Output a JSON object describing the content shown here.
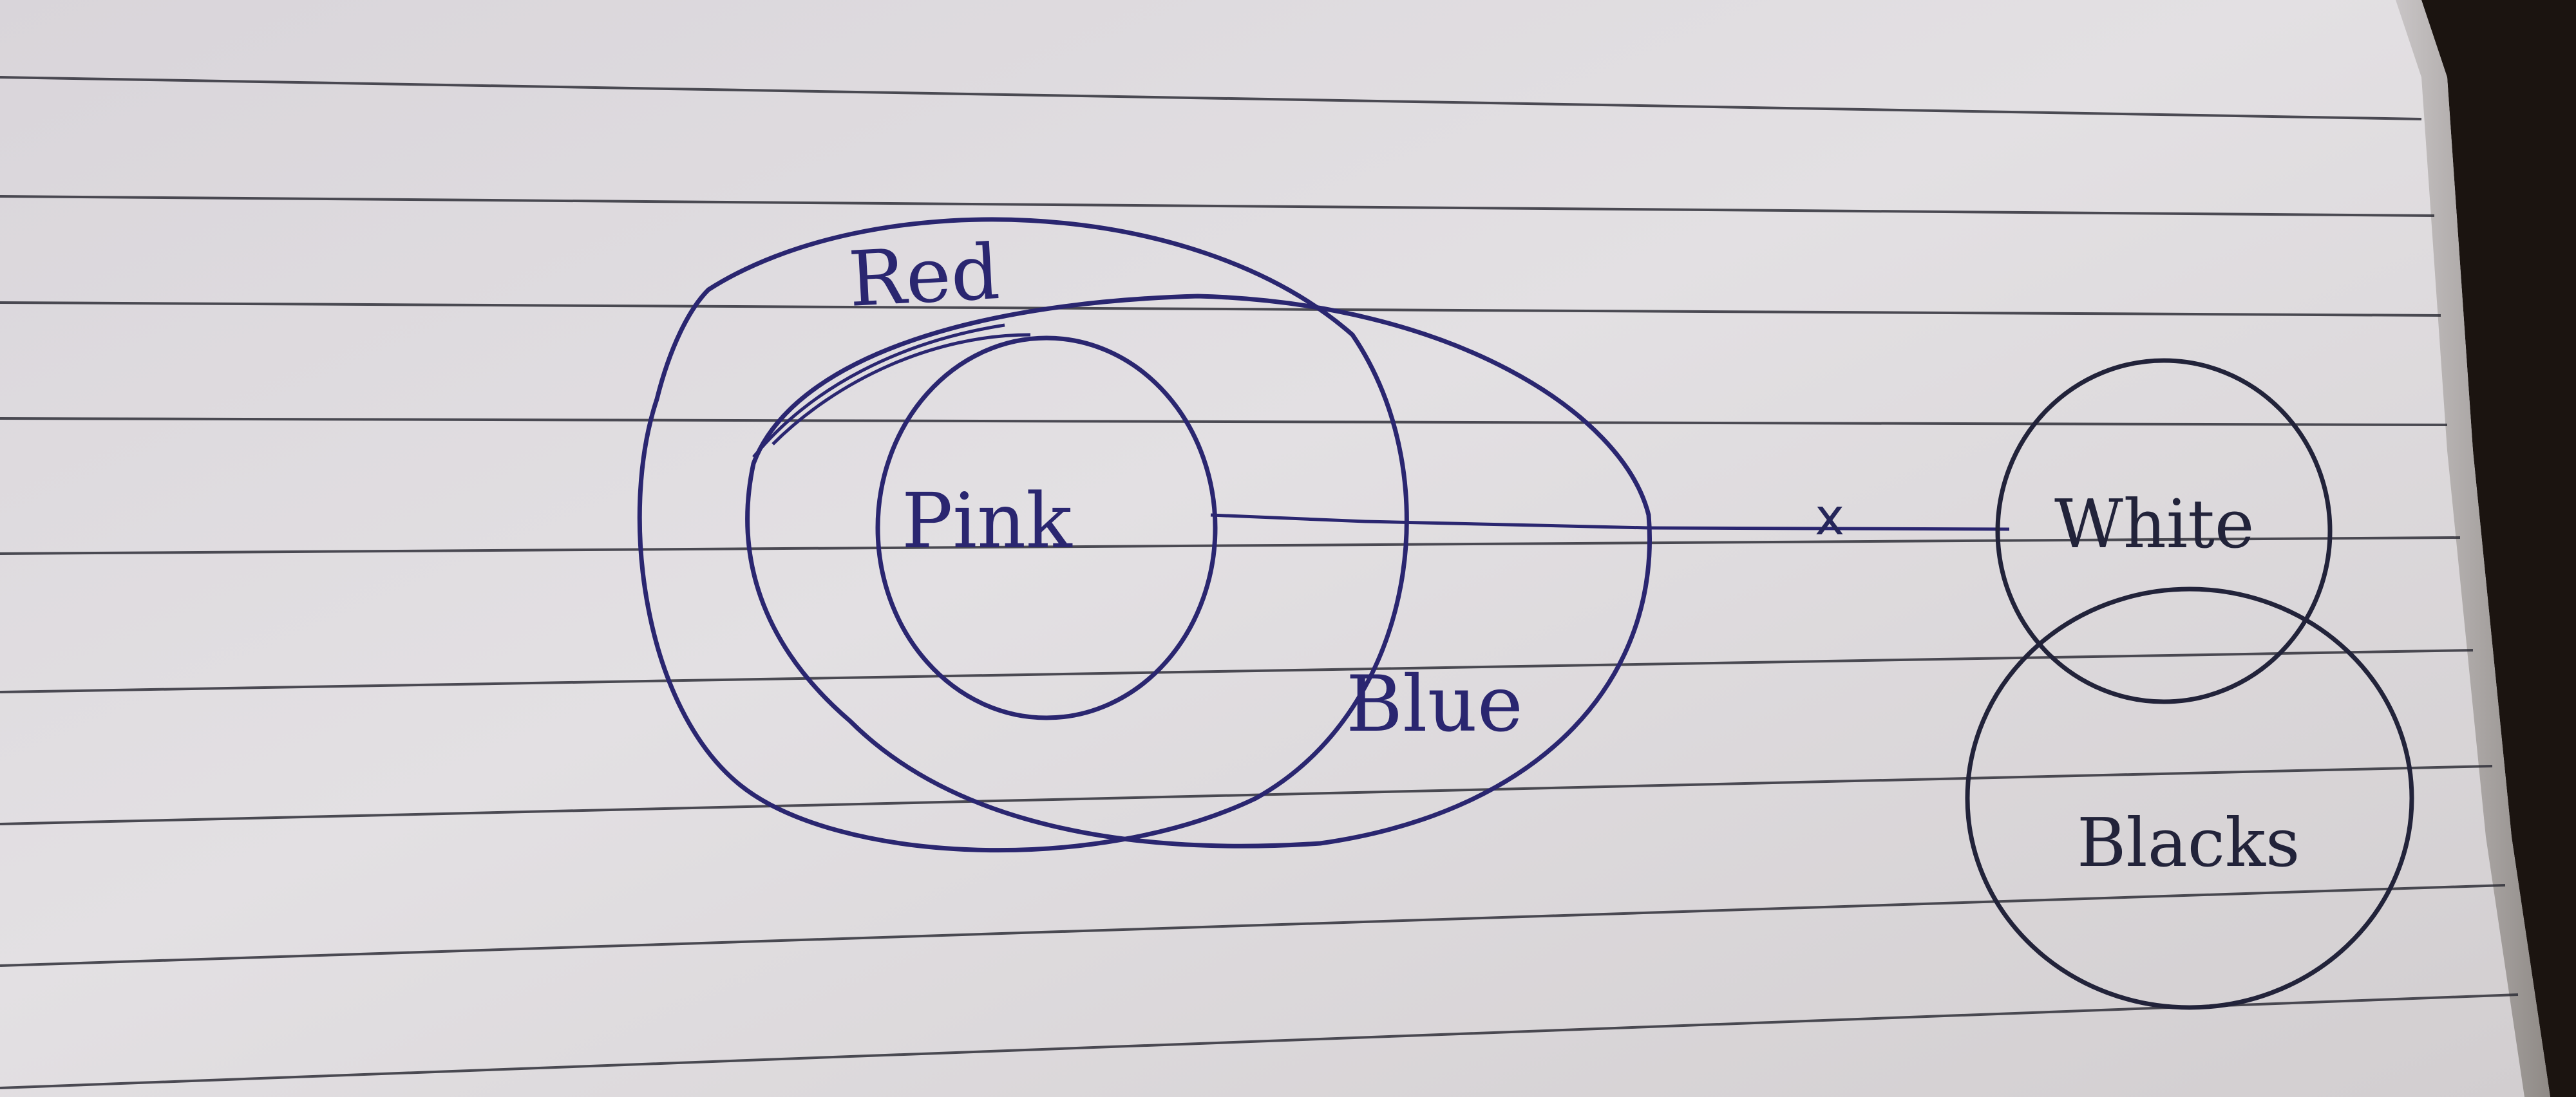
{
  "diagram": {
    "sets": [
      {
        "label": "Red"
      },
      {
        "label": "Blue"
      },
      {
        "label": "Pink"
      },
      {
        "label": "White"
      },
      {
        "label": "Blacks"
      }
    ],
    "connector_mark": "x",
    "ink_color": "#2a2670",
    "paper_color": "#dcd8dc",
    "rule_color": "#2f2f38"
  }
}
